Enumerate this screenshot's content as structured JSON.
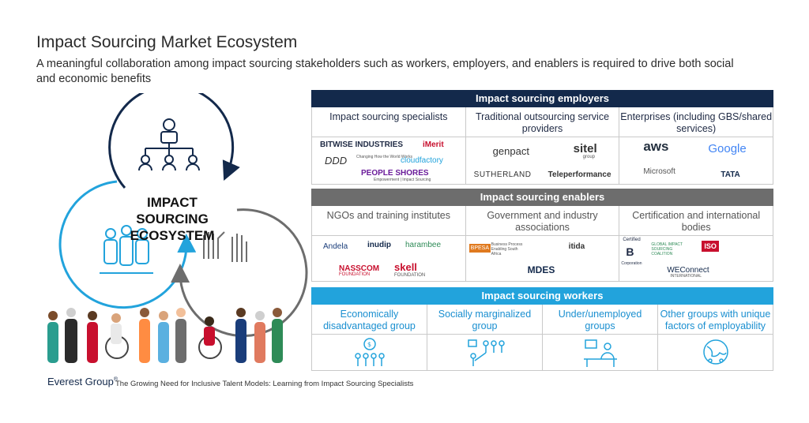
{
  "header": {
    "title": "Impact Sourcing Market Ecosystem",
    "subtitle": "A meaningful collaboration among impact sourcing stakeholders such as workers, employers, and enablers is required to drive both social and economic benefits"
  },
  "diagram": {
    "label_line1": "IMPACT",
    "label_line2": "SOURCING",
    "label_line3": "ECOSYSTEM"
  },
  "employers": {
    "band": "Impact sourcing employers",
    "columns": [
      "Impact sourcing specialists",
      "Traditional outsourcing service providers",
      "Enterprises (including GBS/shared services)"
    ],
    "logos": {
      "col1": [
        "BITWISE INDUSTRIES",
        "iMerit",
        "DDD",
        "Changing How the World Works",
        "cloudfactory",
        "PEOPLE SHORES",
        "Empowerment | Impact Sourcing"
      ],
      "col2": [
        "genpact",
        "sitel",
        "group",
        "SUTHERLAND",
        "Teleperformance"
      ],
      "col3": [
        "aws",
        "Google",
        "Microsoft",
        "TATA"
      ]
    }
  },
  "enablers": {
    "band": "Impact sourcing enablers",
    "columns": [
      "NGOs and training institutes",
      "Government and industry associations",
      "Certification and international bodies"
    ],
    "logos": {
      "col1": [
        "Andela",
        "inudip",
        "harambee",
        "NASSCOM",
        "FOUNDATION",
        "skell",
        "FOUNDATION"
      ],
      "col2": [
        "BPESA",
        "Business Process Enabling South Africa",
        "itida",
        "MDES"
      ],
      "col3": [
        "Certified",
        "B",
        "Corporation",
        "GLOBAL IMPACT SOURCING COALITION",
        "ISO",
        "WEConnect",
        "INTERNATIONAL"
      ]
    }
  },
  "workers": {
    "band": "Impact sourcing workers",
    "columns": [
      "Economically disadvantaged group",
      "Socially marginalized group",
      "Under/unemployed groups",
      "Other groups with unique factors of employability"
    ]
  },
  "footer": {
    "brand": "Everest Group",
    "reg": "®",
    "text": "The Growing Need for Inclusive Talent Models: Learning from Impact Sourcing Specialists"
  },
  "colors": {
    "navy": "#13294b",
    "gray": "#6d6d6d",
    "blue": "#22a3dc",
    "red": "#c8102e"
  }
}
